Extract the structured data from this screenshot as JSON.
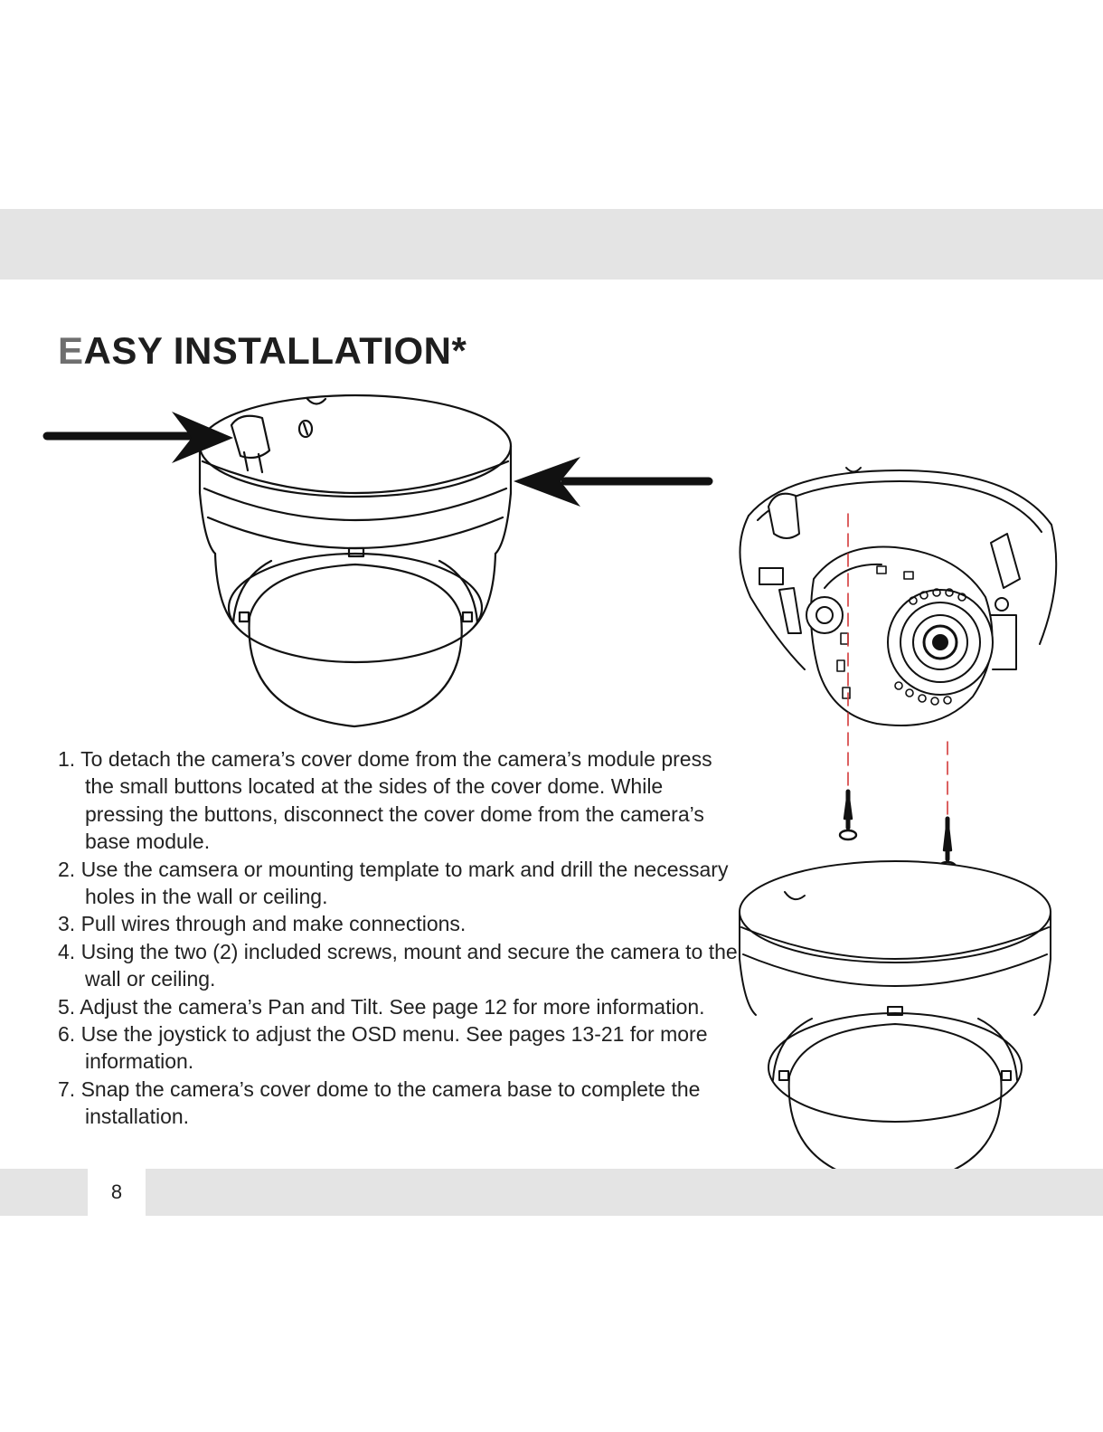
{
  "title": {
    "first_letter": "E",
    "rest": "ASY INSTALLATION*"
  },
  "steps": [
    "1. To detach the camera’s cover dome from the camera’s module press the small buttons located at the sides of the cover dome. While pressing the buttons, disconnect the cover dome from the camera’s base module.",
    "2. Use the camsera or mounting template to mark and drill the necessary holes in the wall or ceiling.",
    "3. Pull wires through and make connections.",
    "4. Using the two (2) included screws, mount and secure the camera to the wall or ceiling.",
    "5. Adjust the camera’s Pan and Tilt. See page 12 for more information.",
    "6. Use the joystick to adjust the OSD menu. See pages 13-21 for more information.",
    "7. Snap the camera’s cover dome to the camera base to complete the installation."
  ],
  "footer": {
    "page_number": "8"
  },
  "colors": {
    "band": "#e4e4e4",
    "guide_line": "#d43a3a",
    "title_first_letter": "#6f6f6f"
  }
}
